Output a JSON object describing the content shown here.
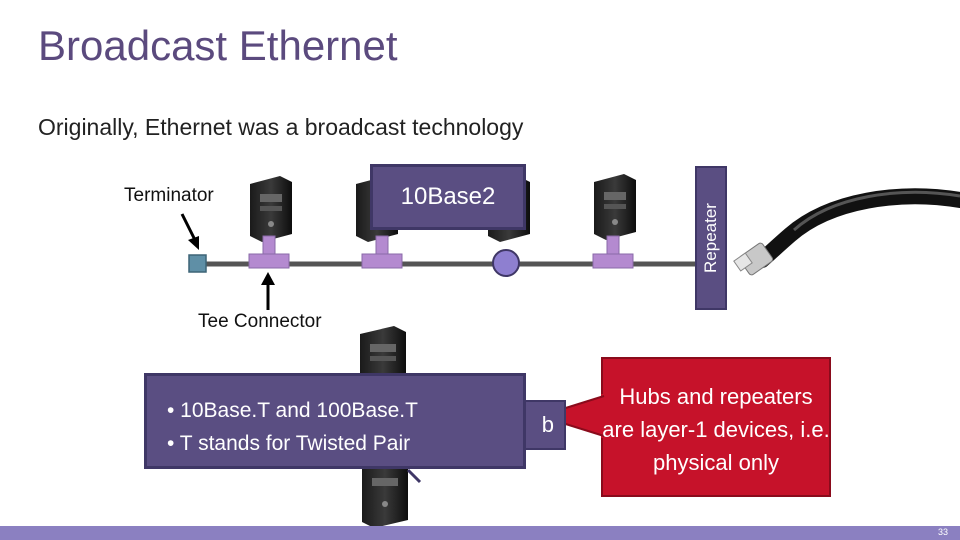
{
  "slide": {
    "title": "Broadcast Ethernet",
    "subtitle": "Originally, Ethernet was a broadcast technology",
    "page_number": "33"
  },
  "diagram": {
    "terminator_label": "Terminator",
    "tee_label": "Tee Connector",
    "callout_10base2": "10Base2",
    "repeater_label": "Repeater",
    "twisted_pair_items": [
      "• 10Base.T and 100Base.T",
      "• T stands for Twisted Pair"
    ],
    "hub_visible_text": "b",
    "hub_note": "Hubs and repeaters are layer-1 devices, i.e. physical only"
  },
  "colors": {
    "title": "#5b4a7e",
    "callout_fill": "#5a4e82",
    "tee_fill": "#b48ad0",
    "terminator_fill": "#5f8fa6",
    "note_fill": "#c6122a",
    "footer": "#8b80c1"
  }
}
